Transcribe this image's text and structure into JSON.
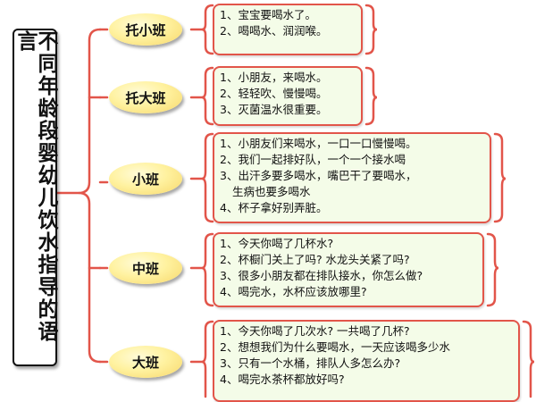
{
  "title": "不同年龄段婴幼儿饮水指导的语言",
  "groups": [
    {
      "name": "托小班",
      "lines": [
        "1、宝宝要喝水了。",
        "2、喝喝水、润润喉。"
      ]
    },
    {
      "name": "托大班",
      "lines": [
        "1、小朋友，来喝水。",
        "2、轻轻吹、慢慢喝。",
        "3、灭菌温水很重要。"
      ]
    },
    {
      "name": "小班",
      "lines": [
        "1、小朋友们来喝水，一口一口慢慢喝。",
        "2、我们一起排好队，一个一个接水喝",
        "3、出汗多要多喝水，嘴巴干了要喝水，",
        "生病也要多喝水",
        "4、杯子拿好别弄脏。"
      ]
    },
    {
      "name": "中班",
      "lines": [
        "1、今天你喝了几杯水?",
        "2、杯橱门关上了吗? 水龙头关紧了吗?",
        "3、很多小朋友都在排队接水，你怎么做?",
        "4、喝完水，水杯应该放哪里?"
      ]
    },
    {
      "name": "大班",
      "lines": [
        "1、今天你喝了几次水? 一共喝了几杯?",
        "2、想想我们为什么要喝水，一天应该喝多少水",
        "3、只有一个水桶，排队人多怎么办?",
        "4、喝完水茶杯都放好吗?"
      ]
    }
  ],
  "colors": {
    "brace": "#e2554a",
    "node_fill": "#fff2a0",
    "content_fill": "#f4fce8",
    "content_border": "#e2554a"
  }
}
